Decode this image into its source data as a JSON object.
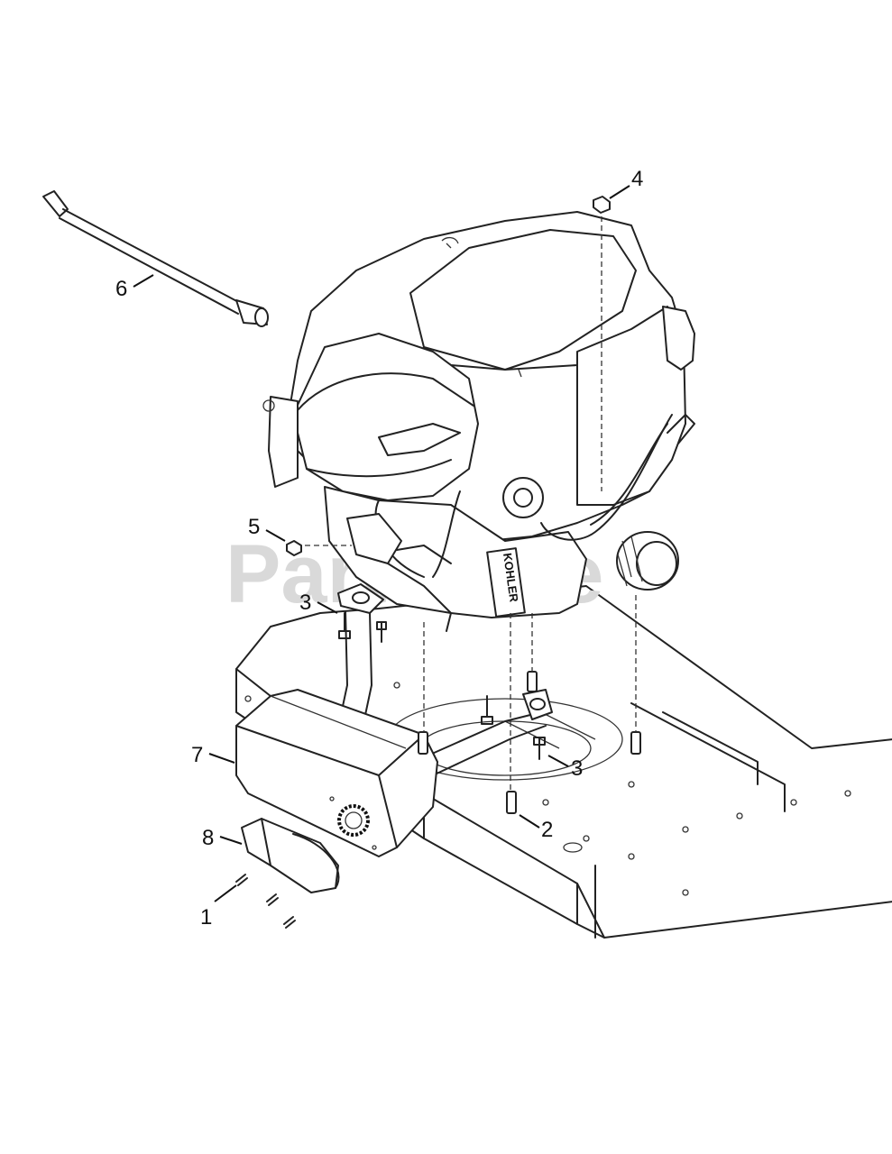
{
  "watermark": "PartsTree",
  "callouts": {
    "c1": "1",
    "c2": "2",
    "c3a": "3",
    "c3b": "3",
    "c4": "4",
    "c5": "5",
    "c6": "6",
    "c7": "7",
    "c8": "8"
  },
  "engine_badge": "KOHLER"
}
